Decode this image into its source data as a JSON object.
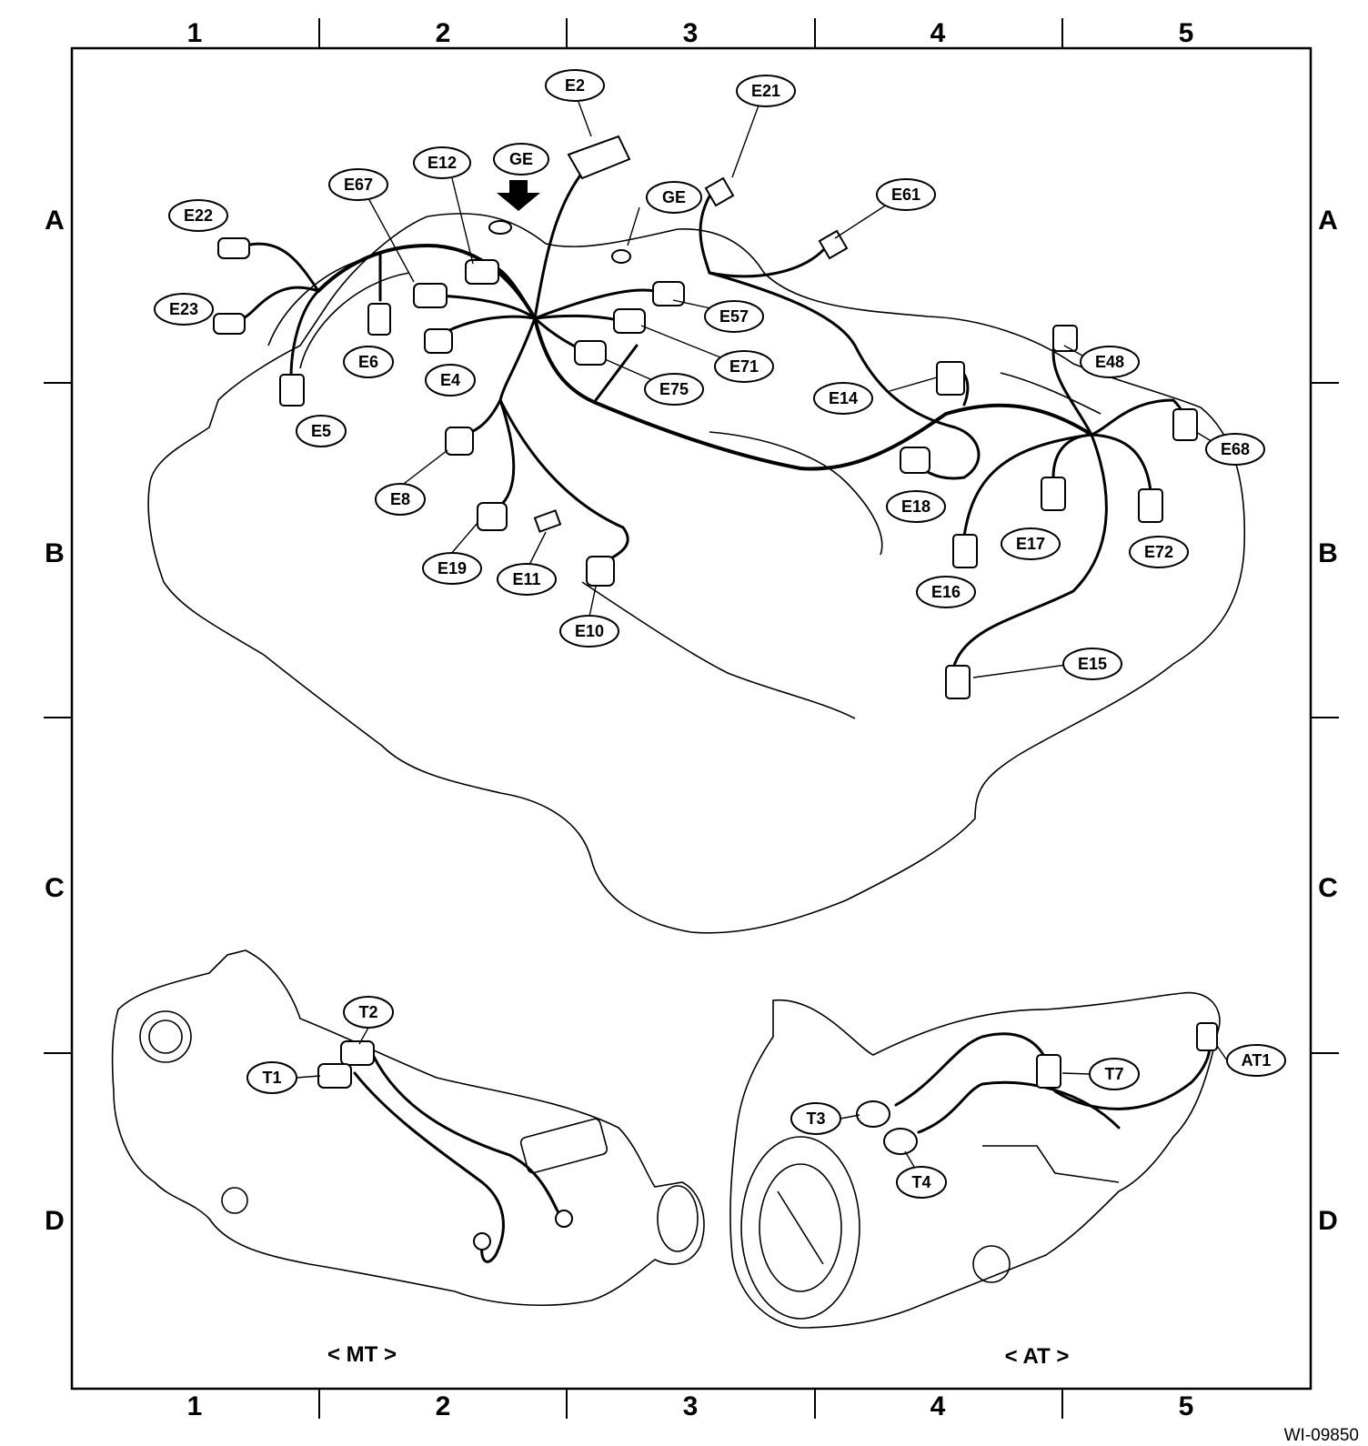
{
  "columns": [
    "1",
    "2",
    "3",
    "4",
    "5"
  ],
  "rows": [
    "A",
    "B",
    "C",
    "D"
  ],
  "connectors": {
    "E2": "E2",
    "E21": "E21",
    "E12": "E12",
    "GE_top": "GE",
    "GE_right": "GE",
    "E67": "E67",
    "E61": "E61",
    "E22": "E22",
    "E23": "E23",
    "E57": "E57",
    "E6": "E6",
    "E4": "E4",
    "E71": "E71",
    "E75": "E75",
    "E5": "E5",
    "E14": "E14",
    "E48": "E48",
    "E68": "E68",
    "E8": "E8",
    "E18": "E18",
    "E17": "E17",
    "E72": "E72",
    "E16": "E16",
    "E19": "E19",
    "E11": "E11",
    "E10": "E10",
    "E15": "E15",
    "T2": "T2",
    "T1": "T1",
    "T7": "T7",
    "AT1": "AT1",
    "T3": "T3",
    "T4": "T4"
  },
  "captions": {
    "mt": "< MT >",
    "at": "< AT >"
  },
  "figure_ref": "WI-09850"
}
